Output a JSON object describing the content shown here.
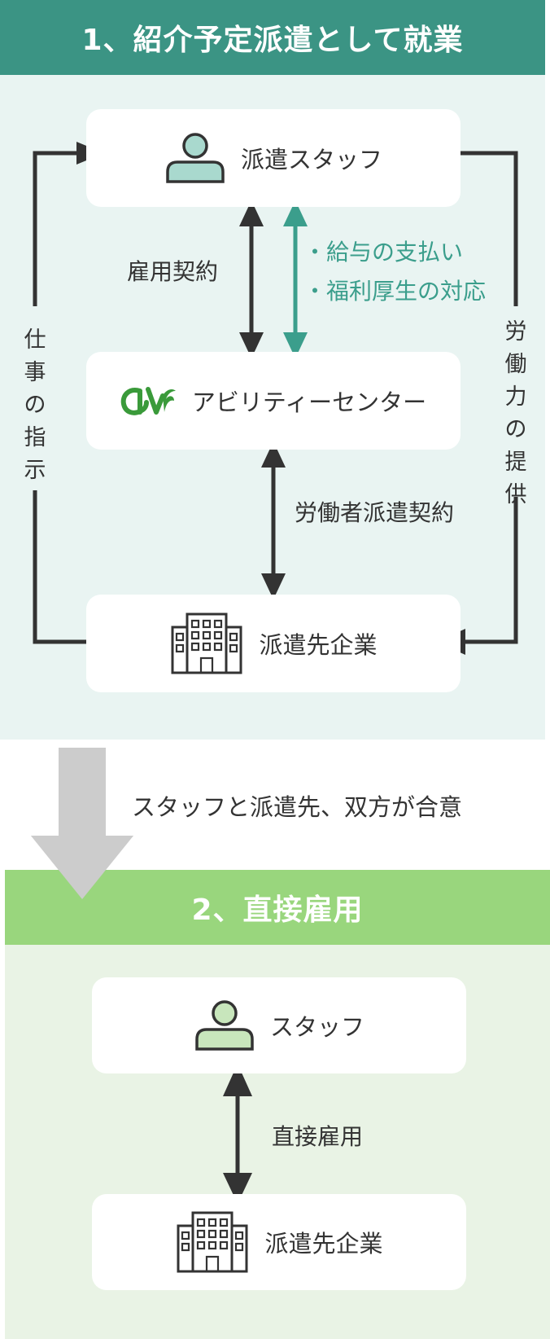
{
  "section1": {
    "title": "1、紹介予定派遣として就業",
    "staff": "派遣スタッフ",
    "agency": "アビリティーセンター",
    "company": "派遣先企業",
    "employment_contract": "雇用契約",
    "services": [
      "・給与の支払い",
      "・福利厚生の対応"
    ],
    "dispatch_contract": "労働者派遣契約",
    "work_instruction": "仕事の指示",
    "labor_provision": "労働力の提供"
  },
  "transition": {
    "label": "スタッフと派遣先、双方が合意"
  },
  "section2": {
    "title": "2、直接雇用",
    "staff": "スタッフ",
    "company": "派遣先企業",
    "direct_employment": "直接雇用"
  },
  "colors": {
    "teal": "#3b9484",
    "teal_bg": "#e9f4f2",
    "green": "#99d67d",
    "green_bg": "#e9f3e5",
    "arrow_teal": "#3b9e8c",
    "dark": "#333333",
    "gray_arrow": "#cccccc"
  },
  "icons": [
    "person-icon",
    "ability-center-logo",
    "building-icon"
  ]
}
